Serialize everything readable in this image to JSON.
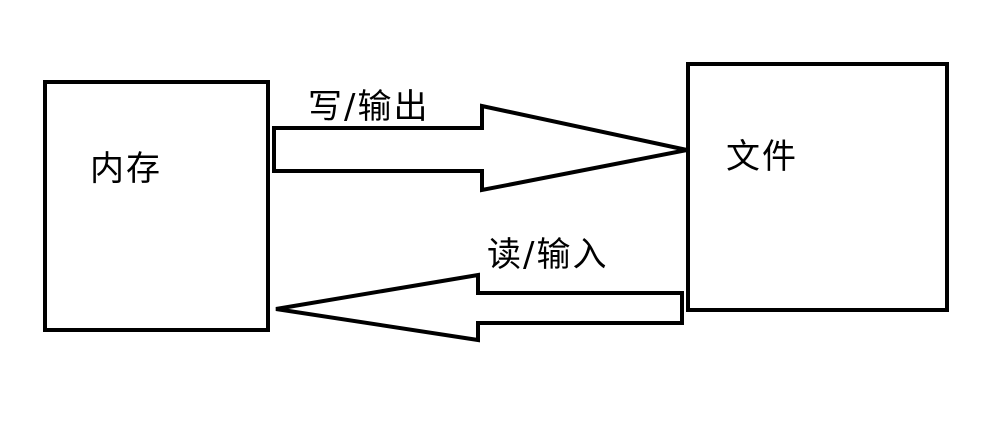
{
  "memory": {
    "label": "内存"
  },
  "file": {
    "label": "文件"
  },
  "write_arrow": {
    "label": "写/输出"
  },
  "read_arrow": {
    "label": "读/输入"
  },
  "colors": {
    "stroke": "#000000",
    "background": "#ffffff"
  }
}
